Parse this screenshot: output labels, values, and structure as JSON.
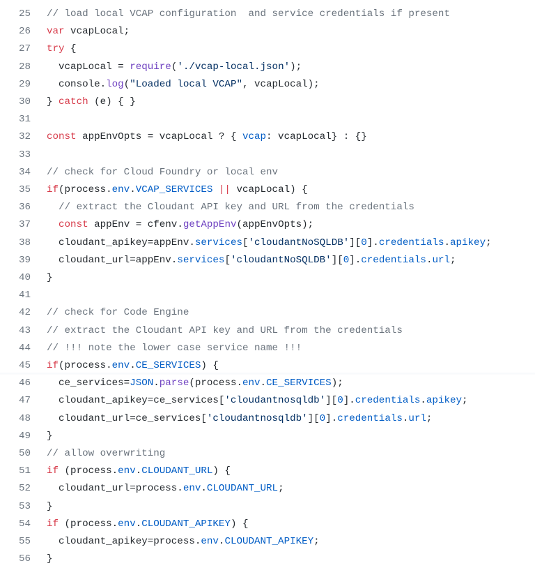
{
  "colors": {
    "comment": "#6a737d",
    "keyword": "#d73a49",
    "function": "#6f42c1",
    "property": "#005cc5",
    "string": "#032f62",
    "plain": "#24292e",
    "line_number": "#6e7781"
  },
  "lines": [
    {
      "num": "25",
      "tokens": [
        [
          "cm",
          "// load local VCAP configuration  and service credentials if present"
        ]
      ]
    },
    {
      "num": "26",
      "tokens": [
        [
          "kw",
          "var"
        ],
        [
          "pl",
          " vcapLocal;"
        ]
      ]
    },
    {
      "num": "27",
      "tokens": [
        [
          "kw",
          "try"
        ],
        [
          "pl",
          " {"
        ]
      ]
    },
    {
      "num": "28",
      "tokens": [
        [
          "pl",
          "  vcapLocal = "
        ],
        [
          "fn",
          "require"
        ],
        [
          "pl",
          "("
        ],
        [
          "st",
          "'./vcap-local.json'"
        ],
        [
          "pl",
          ");"
        ]
      ]
    },
    {
      "num": "29",
      "tokens": [
        [
          "pl",
          "  console."
        ],
        [
          "fn",
          "log"
        ],
        [
          "pl",
          "("
        ],
        [
          "st",
          "\"Loaded local VCAP\""
        ],
        [
          "pl",
          ", vcapLocal);"
        ]
      ]
    },
    {
      "num": "30",
      "tokens": [
        [
          "pl",
          "} "
        ],
        [
          "kw",
          "catch"
        ],
        [
          "pl",
          " (e) { }"
        ]
      ]
    },
    {
      "num": "31",
      "tokens": []
    },
    {
      "num": "32",
      "tokens": [
        [
          "kw",
          "const"
        ],
        [
          "pl",
          " appEnvOpts = vcapLocal ? { "
        ],
        [
          "pr",
          "vcap"
        ],
        [
          "pl",
          ": vcapLocal} : {}"
        ]
      ]
    },
    {
      "num": "33",
      "tokens": []
    },
    {
      "num": "34",
      "tokens": [
        [
          "cm",
          "// check for Cloud Foundry or local env"
        ]
      ]
    },
    {
      "num": "35",
      "tokens": [
        [
          "kw",
          "if"
        ],
        [
          "pl",
          "(process."
        ],
        [
          "pr",
          "env"
        ],
        [
          "pl",
          "."
        ],
        [
          "pr",
          "VCAP_SERVICES"
        ],
        [
          "pl",
          " "
        ],
        [
          "op",
          "||"
        ],
        [
          "pl",
          " vcapLocal) {"
        ]
      ]
    },
    {
      "num": "36",
      "tokens": [
        [
          "pl",
          "  "
        ],
        [
          "cm",
          "// extract the Cloudant API key and URL from the credentials"
        ]
      ]
    },
    {
      "num": "37",
      "tokens": [
        [
          "pl",
          "  "
        ],
        [
          "kw",
          "const"
        ],
        [
          "pl",
          " appEnv = cfenv."
        ],
        [
          "fn",
          "getAppEnv"
        ],
        [
          "pl",
          "(appEnvOpts);"
        ]
      ]
    },
    {
      "num": "38",
      "tokens": [
        [
          "pl",
          "  cloudant_apikey=appEnv."
        ],
        [
          "pr",
          "services"
        ],
        [
          "pl",
          "["
        ],
        [
          "st",
          "'cloudantNoSQLDB'"
        ],
        [
          "pl",
          "]["
        ],
        [
          "pr",
          "0"
        ],
        [
          "pl",
          "]."
        ],
        [
          "pr",
          "credentials"
        ],
        [
          "pl",
          "."
        ],
        [
          "pr",
          "apikey"
        ],
        [
          "pl",
          ";"
        ]
      ]
    },
    {
      "num": "39",
      "tokens": [
        [
          "pl",
          "  cloudant_url=appEnv."
        ],
        [
          "pr",
          "services"
        ],
        [
          "pl",
          "["
        ],
        [
          "st",
          "'cloudantNoSQLDB'"
        ],
        [
          "pl",
          "]["
        ],
        [
          "pr",
          "0"
        ],
        [
          "pl",
          "]."
        ],
        [
          "pr",
          "credentials"
        ],
        [
          "pl",
          "."
        ],
        [
          "pr",
          "url"
        ],
        [
          "pl",
          ";"
        ]
      ]
    },
    {
      "num": "40",
      "tokens": [
        [
          "pl",
          "}"
        ]
      ]
    },
    {
      "num": "41",
      "tokens": []
    },
    {
      "num": "42",
      "tokens": [
        [
          "cm",
          "// check for Code Engine"
        ]
      ]
    },
    {
      "num": "43",
      "tokens": [
        [
          "cm",
          "// extract the Cloudant API key and URL from the credentials"
        ]
      ]
    },
    {
      "num": "44",
      "tokens": [
        [
          "cm",
          "// !!! note the lower case service name !!!"
        ]
      ]
    },
    {
      "num": "45",
      "tokens": [
        [
          "kw",
          "if"
        ],
        [
          "pl",
          "(process."
        ],
        [
          "pr",
          "env"
        ],
        [
          "pl",
          "."
        ],
        [
          "pr",
          "CE_SERVICES"
        ],
        [
          "pl",
          ") {"
        ]
      ]
    },
    {
      "num": "46",
      "tokens": [
        [
          "pl",
          "  ce_services="
        ],
        [
          "pr",
          "JSON"
        ],
        [
          "pl",
          "."
        ],
        [
          "fn",
          "parse"
        ],
        [
          "pl",
          "(process."
        ],
        [
          "pr",
          "env"
        ],
        [
          "pl",
          "."
        ],
        [
          "pr",
          "CE_SERVICES"
        ],
        [
          "pl",
          ");"
        ]
      ]
    },
    {
      "num": "47",
      "tokens": [
        [
          "pl",
          "  cloudant_apikey=ce_services["
        ],
        [
          "st",
          "'cloudantnosqldb'"
        ],
        [
          "pl",
          "]["
        ],
        [
          "pr",
          "0"
        ],
        [
          "pl",
          "]."
        ],
        [
          "pr",
          "credentials"
        ],
        [
          "pl",
          "."
        ],
        [
          "pr",
          "apikey"
        ],
        [
          "pl",
          ";"
        ]
      ]
    },
    {
      "num": "48",
      "tokens": [
        [
          "pl",
          "  cloudant_url=ce_services["
        ],
        [
          "st",
          "'cloudantnosqldb'"
        ],
        [
          "pl",
          "]["
        ],
        [
          "pr",
          "0"
        ],
        [
          "pl",
          "]."
        ],
        [
          "pr",
          "credentials"
        ],
        [
          "pl",
          "."
        ],
        [
          "pr",
          "url"
        ],
        [
          "pl",
          ";"
        ]
      ]
    },
    {
      "num": "49",
      "tokens": [
        [
          "pl",
          "}"
        ]
      ]
    },
    {
      "num": "50",
      "tokens": [
        [
          "cm",
          "// allow overwriting"
        ]
      ]
    },
    {
      "num": "51",
      "tokens": [
        [
          "kw",
          "if"
        ],
        [
          "pl",
          " (process."
        ],
        [
          "pr",
          "env"
        ],
        [
          "pl",
          "."
        ],
        [
          "pr",
          "CLOUDANT_URL"
        ],
        [
          "pl",
          ") {"
        ]
      ]
    },
    {
      "num": "52",
      "tokens": [
        [
          "pl",
          "  cloudant_url=process."
        ],
        [
          "pr",
          "env"
        ],
        [
          "pl",
          "."
        ],
        [
          "pr",
          "CLOUDANT_URL"
        ],
        [
          "pl",
          ";"
        ]
      ]
    },
    {
      "num": "53",
      "tokens": [
        [
          "pl",
          "}"
        ]
      ]
    },
    {
      "num": "54",
      "tokens": [
        [
          "kw",
          "if"
        ],
        [
          "pl",
          " (process."
        ],
        [
          "pr",
          "env"
        ],
        [
          "pl",
          "."
        ],
        [
          "pr",
          "CLOUDANT_APIKEY"
        ],
        [
          "pl",
          ") {"
        ]
      ]
    },
    {
      "num": "55",
      "tokens": [
        [
          "pl",
          "  cloudant_apikey=process."
        ],
        [
          "pr",
          "env"
        ],
        [
          "pl",
          "."
        ],
        [
          "pr",
          "CLOUDANT_APIKEY"
        ],
        [
          "pl",
          ";"
        ]
      ]
    },
    {
      "num": "56",
      "tokens": [
        [
          "pl",
          "}"
        ]
      ]
    }
  ]
}
